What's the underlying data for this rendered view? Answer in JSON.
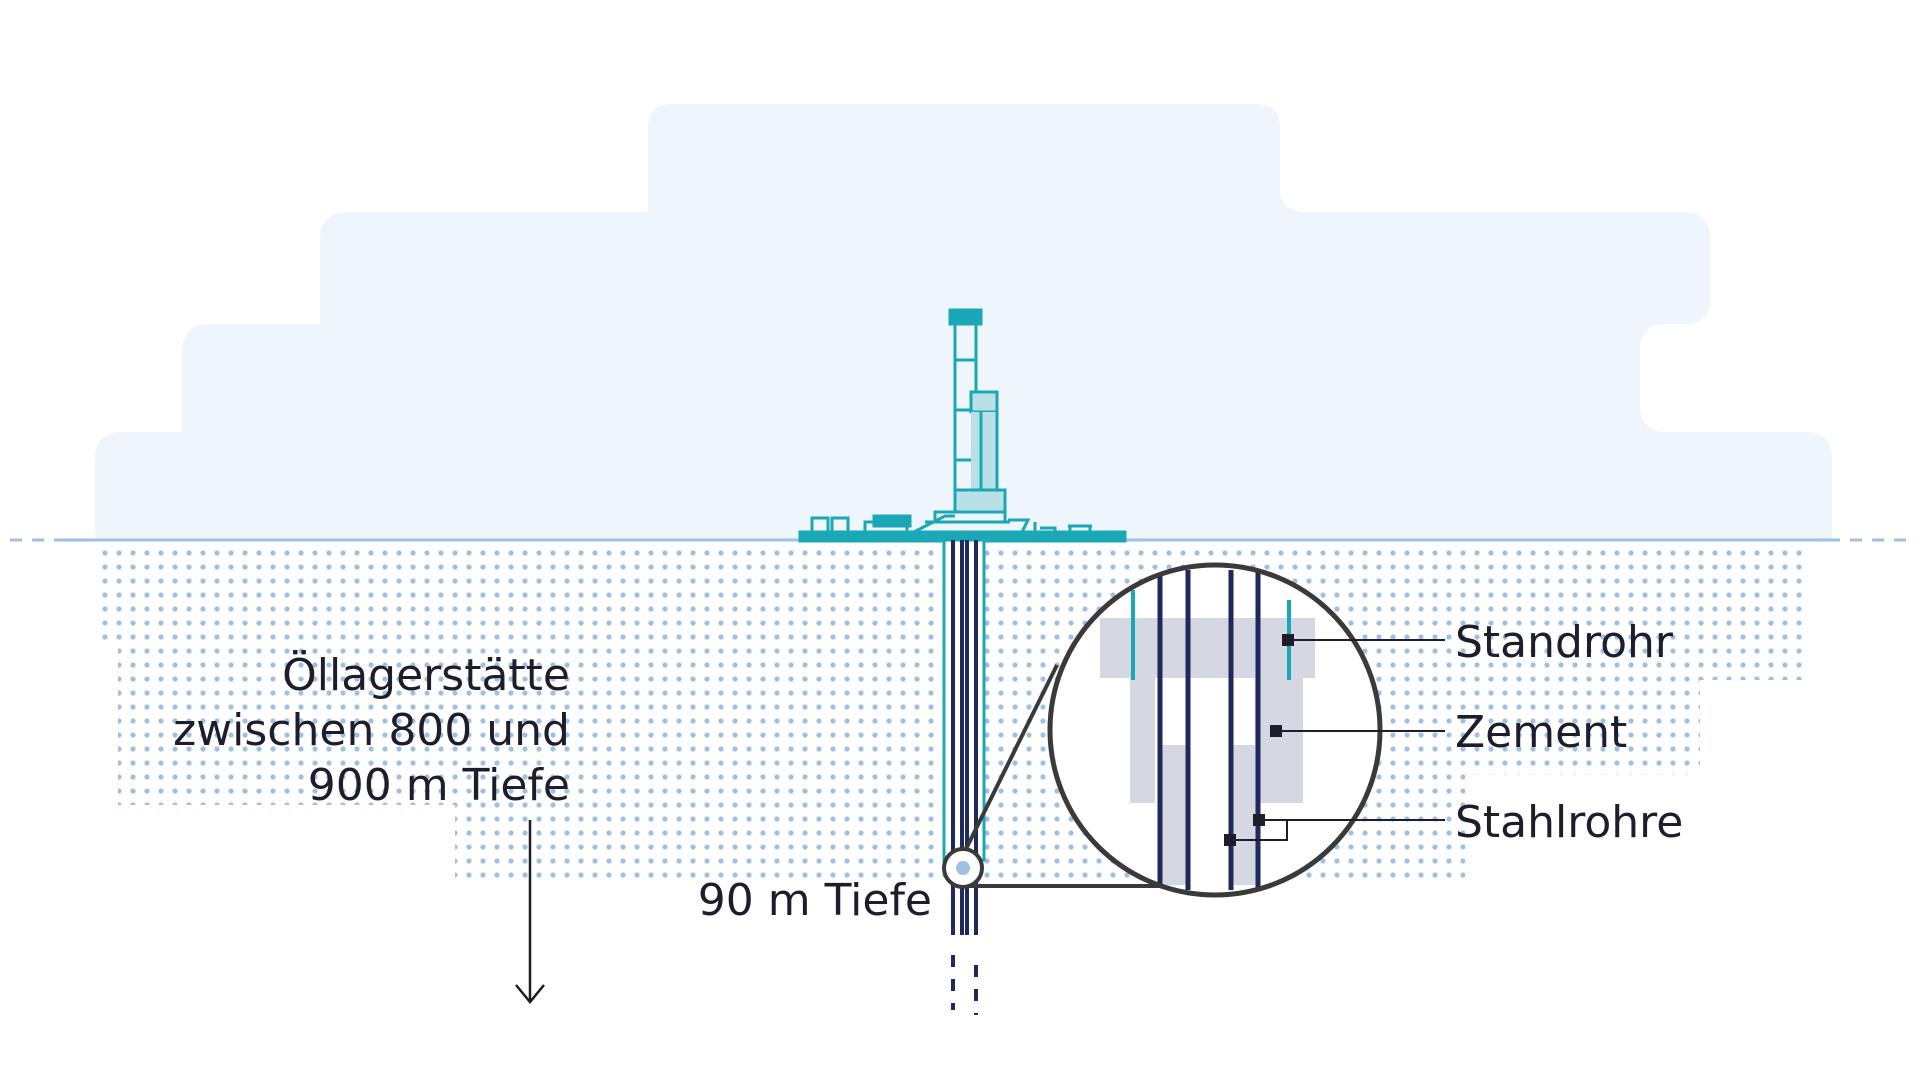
{
  "labels": {
    "deposit_line1": "Öllagerstätte",
    "deposit_line2": "zwischen 800 und",
    "deposit_line3": "900 m Tiefe",
    "depth_marker": "90 m Tiefe",
    "standrohr": "Standrohr",
    "zement": "Zement",
    "stahlrohre": "Stahlrohre"
  },
  "colors": {
    "sky": "#eef5fc",
    "ground_dots": "#9cc1e3",
    "ground_line": "#9cc1e3",
    "rig": "#1aa7b6",
    "pipe": "#1f2a5c",
    "cement": "#d5d8e2",
    "label_text": "#1d1d2b",
    "leader": "#1d1d2b"
  }
}
